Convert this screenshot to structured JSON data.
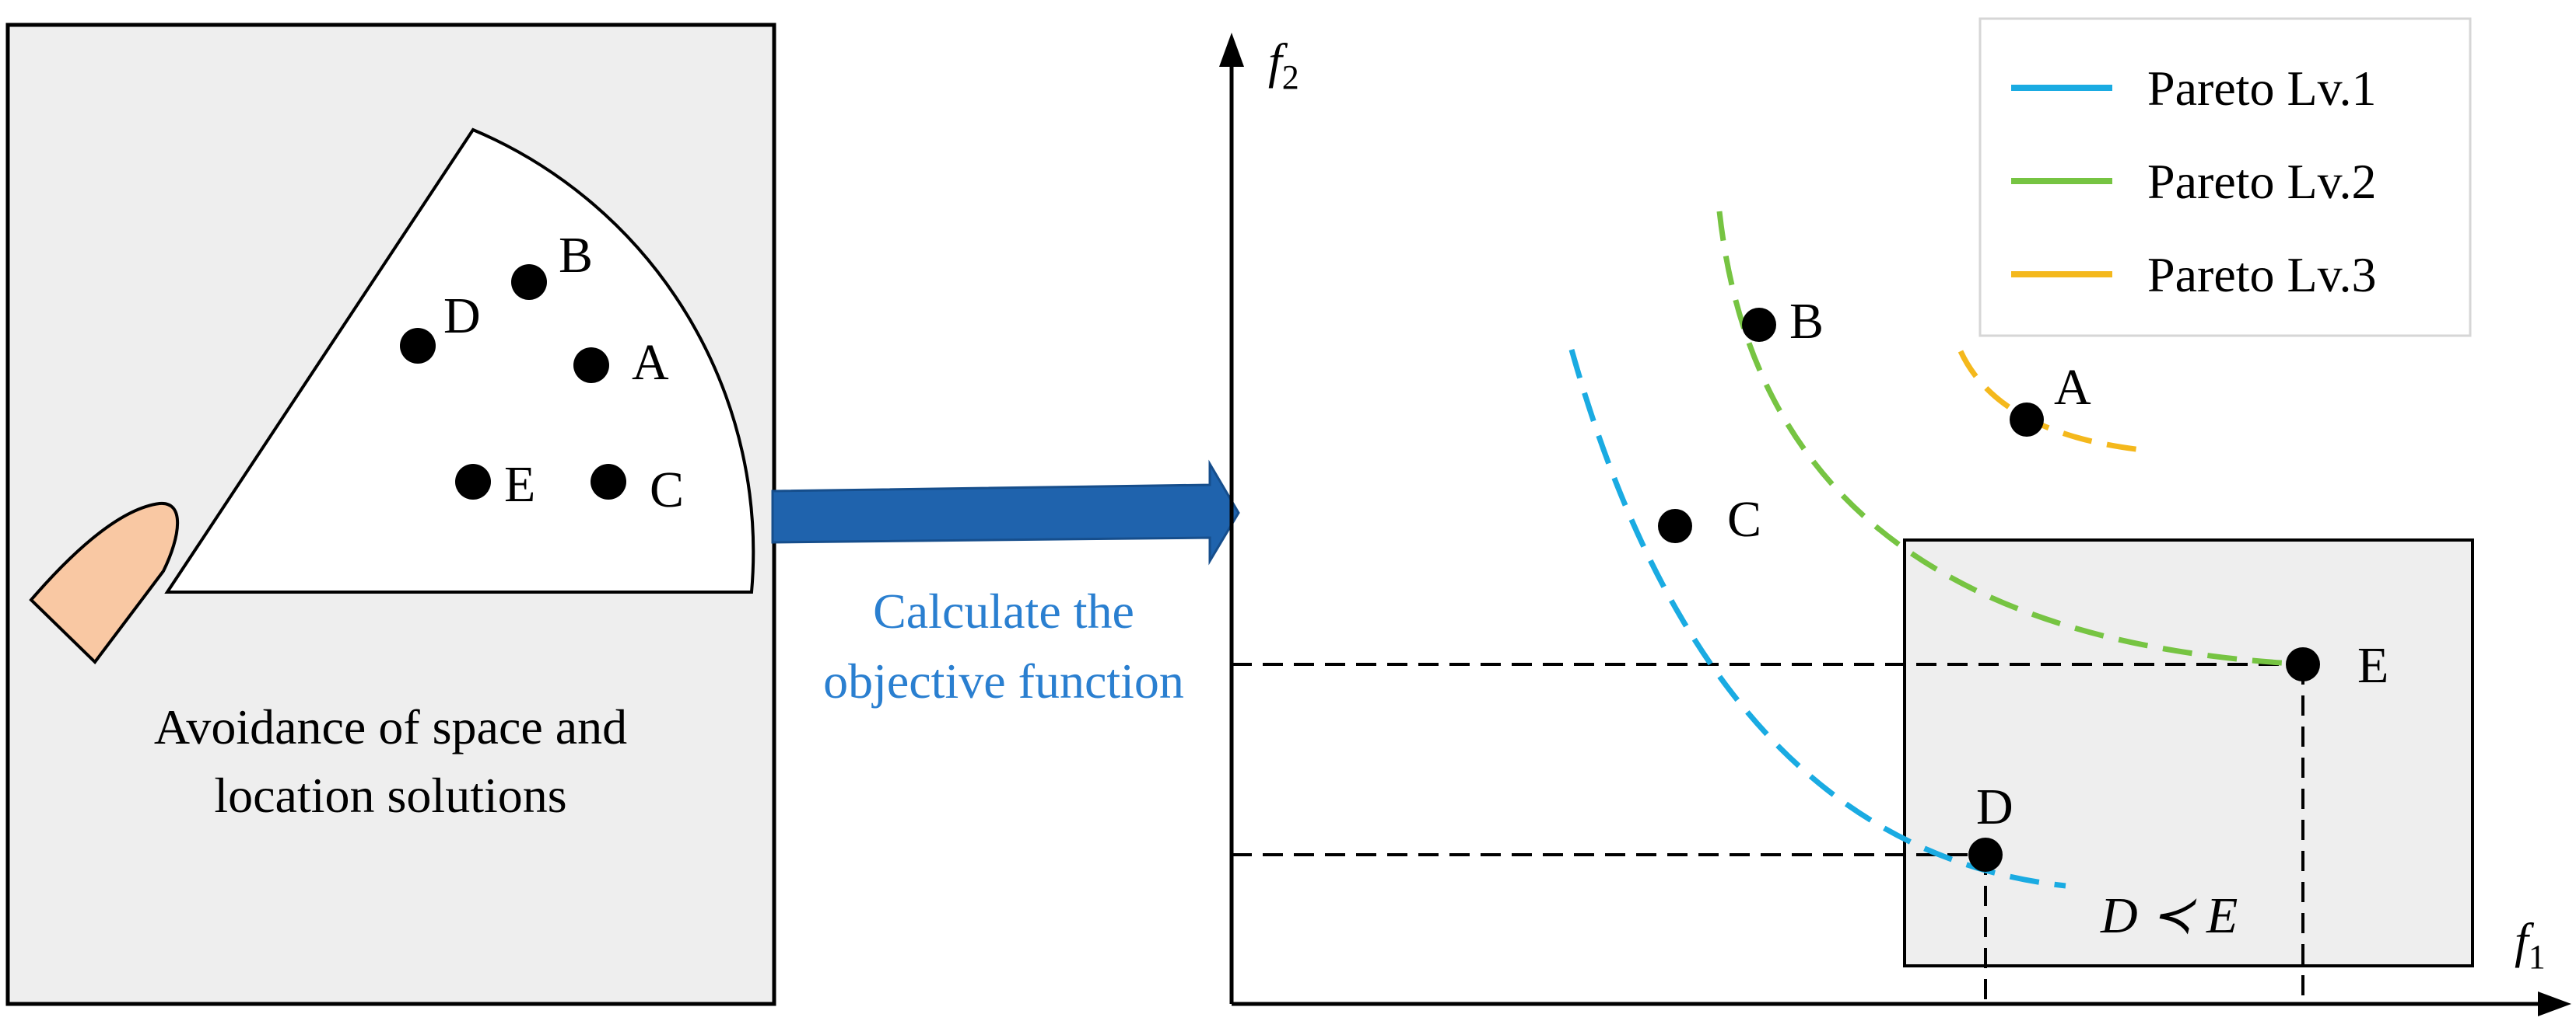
{
  "left_panel": {
    "caption_line1": "Avoidance of space and",
    "caption_line2": "location solutions",
    "points": [
      {
        "label": "B"
      },
      {
        "label": "D"
      },
      {
        "label": "A"
      },
      {
        "label": "E"
      },
      {
        "label": "C"
      }
    ]
  },
  "arrow": {
    "caption_line1": "Calculate the",
    "caption_line2": "objective function"
  },
  "chart": {
    "y_axis": {
      "symbol": "f",
      "subscript": "2"
    },
    "x_axis": {
      "symbol": "f",
      "subscript": "1"
    },
    "points": [
      {
        "label": "A"
      },
      {
        "label": "B"
      },
      {
        "label": "C"
      },
      {
        "label": "D"
      },
      {
        "label": "E"
      }
    ],
    "dominance_relation": "D ≺ E"
  },
  "legend": {
    "items": [
      {
        "label": "Pareto Lv.1",
        "color": "#1aabe2"
      },
      {
        "label": "Pareto Lv.2",
        "color": "#76c442"
      },
      {
        "label": "Pareto Lv.3",
        "color": "#f4b81c"
      }
    ]
  },
  "colors": {
    "panel_fill": "#eeeeee",
    "ship_fill": "#f9c8a3",
    "arrow_fill": "#1f63ad",
    "caption_blue": "#2a7fd0"
  }
}
